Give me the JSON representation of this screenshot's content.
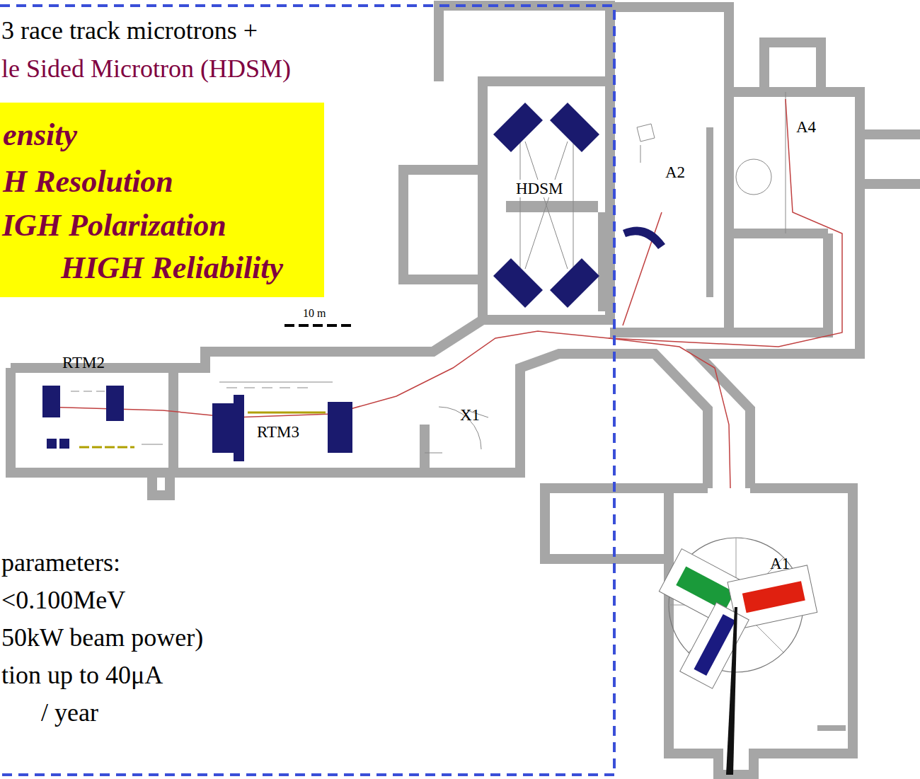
{
  "diagram": {
    "nodes": [
      {
        "text": [
          "ensity",
          "H Resolution",
          "IGH Polarization",
          "HIGH Reliability"
        ]
      }
    ],
    "labels": [
      "3 race track microtrons +",
      "le Sided Microtron (HDSM)",
      "10 m",
      "RTM2",
      "RTM3",
      "X1",
      "HDSM",
      "A2",
      "A4",
      "A1",
      "parameters:",
      "<0.100MeV",
      "50kW beam power)",
      "tion up to 40μA",
      "/ year"
    ]
  }
}
